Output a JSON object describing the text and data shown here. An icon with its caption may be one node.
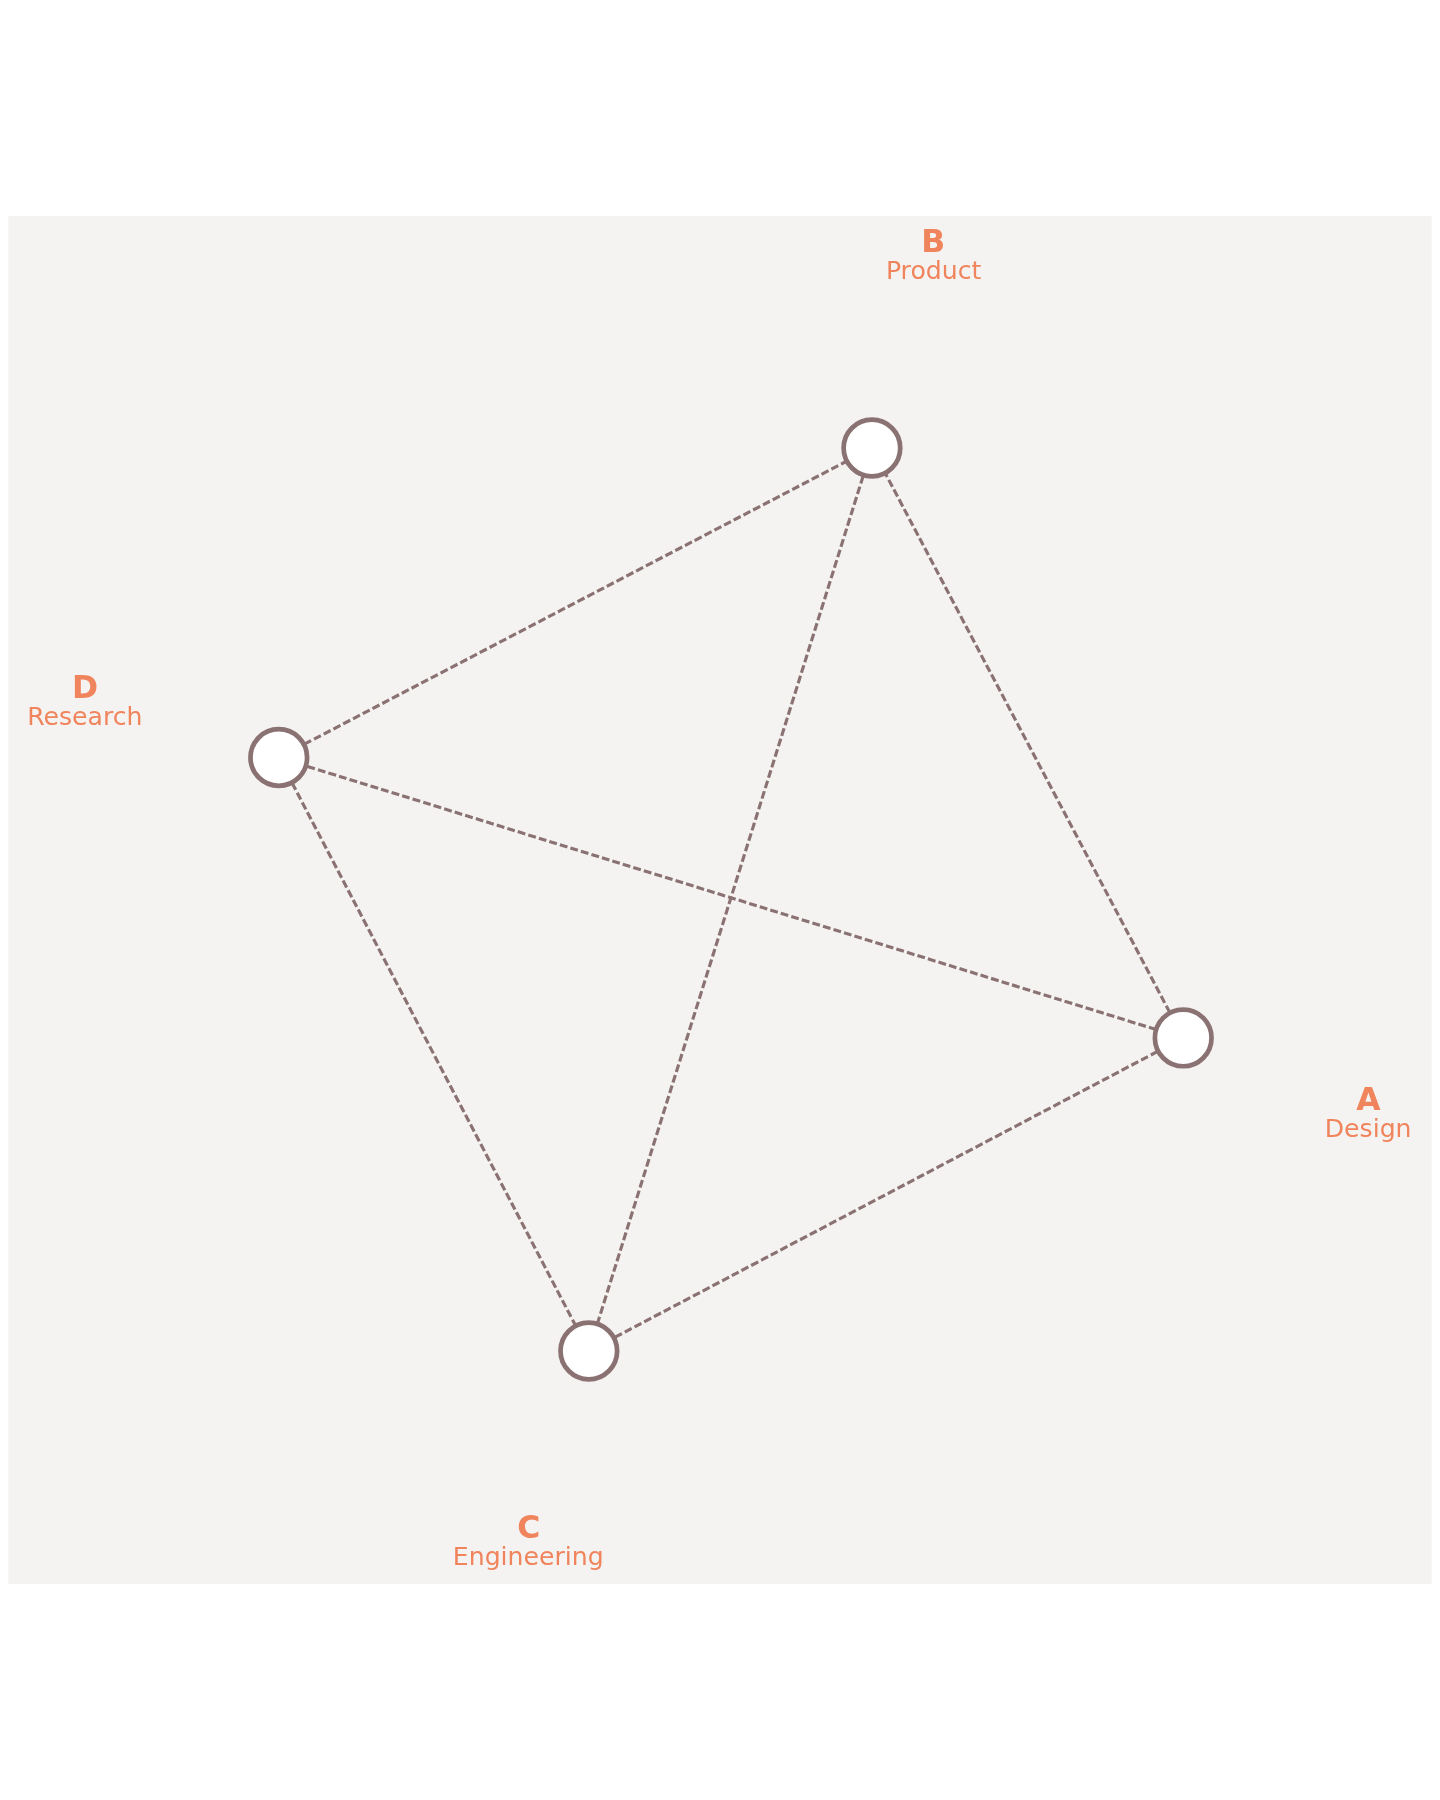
{
  "diagram": {
    "nodes": [
      {
        "text": [],
        "shape": "circle",
        "beside": [
          "A",
          "Design"
        ]
      },
      {
        "text": [],
        "shape": "circle",
        "beside": [
          "D",
          "Research"
        ]
      },
      {
        "text": [],
        "shape": "circle",
        "beside": [
          "B",
          "Product"
        ]
      },
      {
        "text": [],
        "shape": "circle",
        "beside": [
          "C",
          "Engineering"
        ]
      }
    ],
    "edges": [
      {
        "from": 0,
        "to": 1,
        "arrow": "none",
        "style": "dashed"
      },
      {
        "from": 0,
        "to": 3,
        "arrow": "none",
        "style": "dashed"
      },
      {
        "from": 0,
        "to": 2,
        "arrow": "none",
        "style": "dashed"
      },
      {
        "from": 1,
        "to": 2,
        "arrow": "none",
        "style": "dashed"
      },
      {
        "from": 1,
        "to": 3,
        "arrow": "none",
        "style": "dashed"
      },
      {
        "from": 3,
        "to": 2,
        "arrow": "none",
        "style": "dashed"
      }
    ]
  }
}
